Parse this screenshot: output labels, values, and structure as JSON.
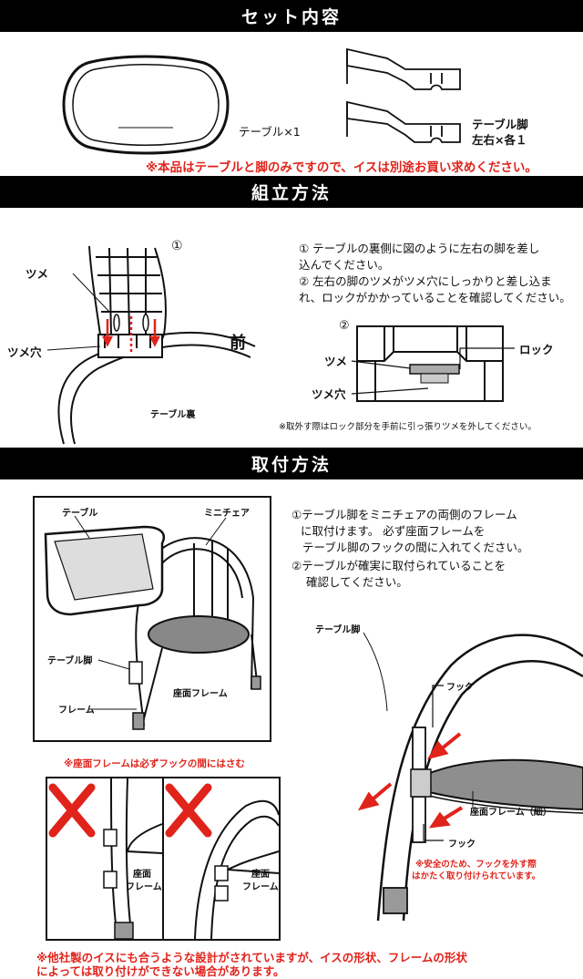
{
  "sections": {
    "contents_title": "セット内容",
    "assembly_title": "組立方法",
    "install_title": "取付方法"
  },
  "contents": {
    "table_label": "テーブル×1",
    "legs_label_1": "テーブル脚",
    "legs_label_2": "左右×各１",
    "note": "※本品はテーブルと脚のみですので、イスは別途お買い求めください。"
  },
  "assembly": {
    "step_marker_1": "①",
    "step_marker_2": "②",
    "label_tsume": "ツメ",
    "label_tsume_ana": "ツメ穴",
    "label_front": "前",
    "label_table_back": "テーブル裏",
    "label_lock": "ロック",
    "step1_line1": "① テーブルの裏側に図のように左右の脚を差し",
    "step1_line2": "込んでください。",
    "step2_line1": "② 左右の脚のツメがツメ穴にしっかりと差し込ま",
    "step2_line2": "れ、ロックがかかっていることを確認してください。",
    "remove_note": "※取外す際はロック部分を手前に引っ張りツメを外してください。"
  },
  "install": {
    "label_table": "テーブル",
    "label_mini_chair": "ミニチェア",
    "label_table_leg": "テーブル脚",
    "label_seat_frame": "座面フレーム",
    "label_frame": "フレーム",
    "step1_line1": "①テーブル脚をミニチェアの両側のフレーム",
    "step1_line2": "に取付けます。 必ず座面フレームを",
    "step1_line3": "テーブル脚のフックの間に入れてください。",
    "step2_line1": "②テーブルが確実に取付られていることを",
    "step2_line2": "確認してください。",
    "hook_note": "※座面フレームは必ずフックの間にはさむ",
    "wrong_label_1": "座面",
    "wrong_label_2": "フレーム",
    "detail_table_leg": "テーブル脚",
    "detail_hook": "フック",
    "detail_seat_frame_thin": "座面フレーム（細）",
    "safety_note_1": "※安全のため、フックを外す際",
    "safety_note_2": "はかたく取り付けられています。",
    "bottom_note_1": "※他社製のイスにも合うような設計がされていますが、イスの形状、フレームの形状",
    "bottom_note_2": "によっては取り付けができない場合があります。"
  }
}
